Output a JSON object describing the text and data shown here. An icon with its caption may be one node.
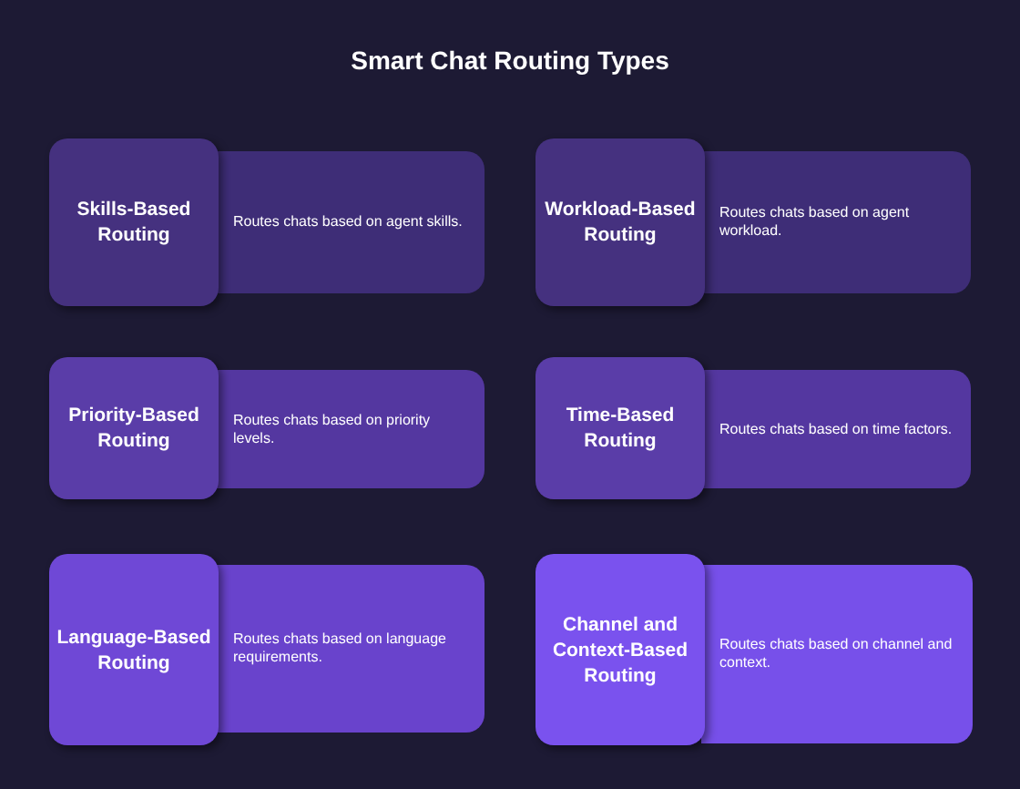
{
  "diagram": {
    "title": "Smart Chat Routing Types",
    "nodes": [
      {
        "text": [
          "Skills-Based Routing"
        ]
      },
      {
        "text": [
          "Routes chats based on agent skills."
        ]
      },
      {
        "text": [
          "Workload-Based Routing"
        ]
      },
      {
        "text": [
          "Routes chats based on agent workload."
        ]
      },
      {
        "text": [
          "Priority-Based Routing"
        ]
      },
      {
        "text": [
          "Routes chats based on priority levels."
        ]
      },
      {
        "text": [
          "Time-Based Routing"
        ]
      },
      {
        "text": [
          "Routes chats based on time factors."
        ]
      },
      {
        "text": [
          "Language-Based Routing"
        ]
      },
      {
        "text": [
          "Routes chats based on language requirements."
        ]
      },
      {
        "text": [
          "Channel and Context-Based Routing"
        ]
      },
      {
        "text": [
          "Routes chats based on channel and context."
        ]
      }
    ]
  }
}
